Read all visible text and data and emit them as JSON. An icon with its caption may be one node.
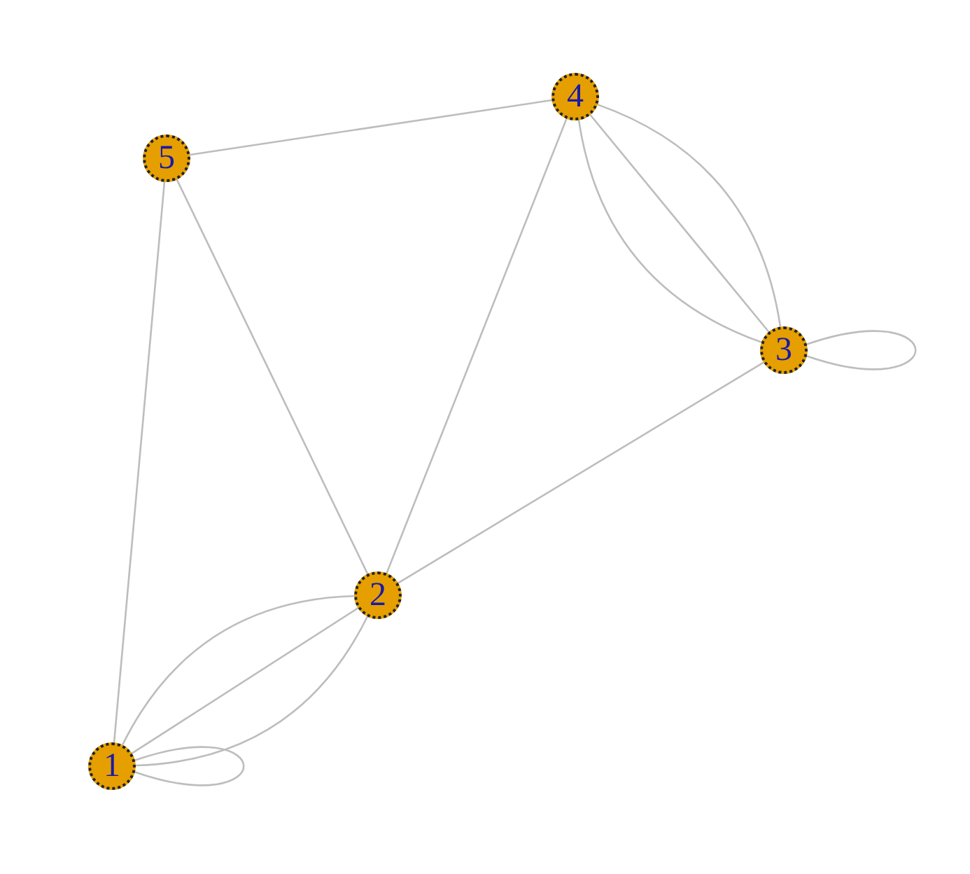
{
  "diagram": {
    "nodes": [
      {
        "text": [
          "1"
        ]
      },
      {
        "text": [
          "2"
        ]
      },
      {
        "text": [
          "3"
        ]
      },
      {
        "text": [
          "4"
        ]
      },
      {
        "text": [
          "5"
        ]
      }
    ],
    "edges": [
      {
        "from": 0,
        "to": 1,
        "arrow": "none"
      },
      {
        "from": 0,
        "to": 1,
        "arrow": "none"
      },
      {
        "from": 0,
        "to": 1,
        "arrow": "none"
      },
      {
        "from": 0,
        "to": 0,
        "arrow": "none"
      },
      {
        "from": 0,
        "to": 4,
        "arrow": "none"
      },
      {
        "from": 4,
        "to": 1,
        "arrow": "none"
      },
      {
        "from": 4,
        "to": 3,
        "arrow": "none"
      },
      {
        "from": 3,
        "to": 1,
        "arrow": "none"
      },
      {
        "from": 3,
        "to": 2,
        "arrow": "none"
      },
      {
        "from": 3,
        "to": 2,
        "arrow": "none"
      },
      {
        "from": 3,
        "to": 2,
        "arrow": "none"
      },
      {
        "from": 2,
        "to": 2,
        "arrow": "none"
      },
      {
        "from": 2,
        "to": 1,
        "arrow": "none"
      }
    ]
  }
}
